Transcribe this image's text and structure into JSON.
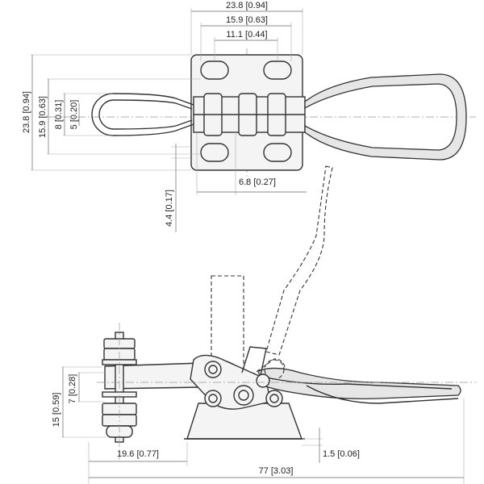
{
  "dimensions": {
    "top_width_overall": "23.8 [0.94]",
    "top_width_mid": "15.9 [0.63]",
    "top_width_inner": "11.1 [0.44]",
    "left_height_overall": "23.8 [0.94]",
    "left_height_mid": "15.9 [0.63]",
    "left_height_8": "8 [0.31]",
    "left_height_5": "5 [0.20]",
    "spindle_offset": "6.8 [0.27]",
    "base_thickness_top": "4.4 [0.17]",
    "side_height_15": "15 [0.59]",
    "side_height_7": "7 [0.28]",
    "bolt_distance": "19.6 [0.77]",
    "base_thickness_side": "1.5 [0.06]",
    "overall_length": "77 [3.03]"
  }
}
